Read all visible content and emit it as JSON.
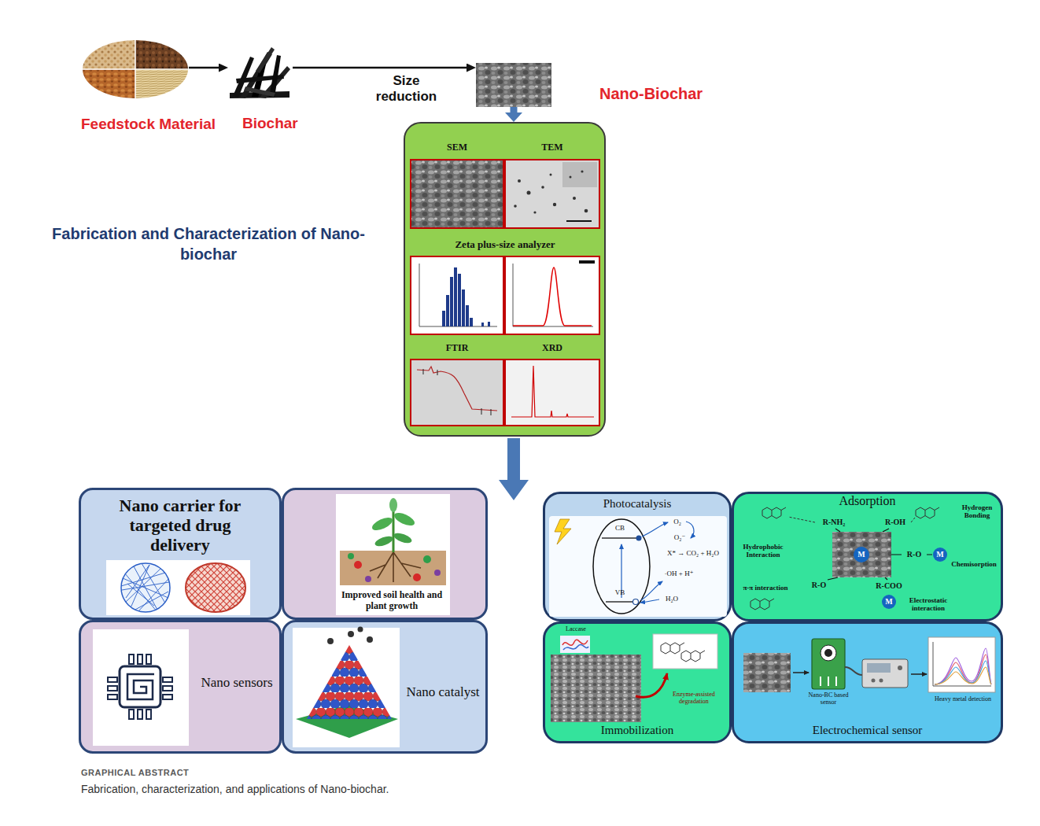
{
  "diagram": {
    "title": "Fabrication and Characterization of Nano-biochar",
    "caption": "Fabrication, characterization, and applications of Nano-biochar.",
    "nodes": [
      {
        "text": [
          "Feedstock Material"
        ]
      },
      {
        "text": [
          "Biochar"
        ]
      },
      {
        "text": [
          "Nano-Biochar"
        ]
      },
      {
        "text": []
      },
      {
        "text": [
          "SEM"
        ],
        "in": 3
      },
      {
        "text": [
          "TEM"
        ],
        "in": 3
      },
      {
        "text": [
          "Zeta plus-size analyzer"
        ],
        "in": 3
      },
      {
        "text": [
          "FTIR"
        ],
        "in": 3
      },
      {
        "text": [
          "XRD"
        ],
        "in": 3
      },
      {
        "text": [
          "Nano carrier for targeted drug delivery"
        ]
      },
      {
        "text": [
          "Improved soil health and plant growth"
        ]
      },
      {
        "text": [
          "Nano sensors"
        ]
      },
      {
        "text": [
          "Nano catalyst"
        ]
      },
      {
        "text": [
          "Photocatalysis"
        ]
      },
      {
        "text": [
          "Adsorption"
        ]
      },
      {
        "text": [
          "Immobilization"
        ]
      },
      {
        "text": [
          "Electrochemical sensor"
        ]
      }
    ],
    "edges": [
      {
        "from": 0,
        "to": 1,
        "arrow": "to"
      },
      {
        "from": 1,
        "to": 2,
        "label": "Size reduction",
        "arrow": "to"
      },
      {
        "from": 2,
        "to": 3,
        "arrow": "to"
      }
    ],
    "labels": [
      "CB",
      "VB",
      "O₂",
      "O₂⁻",
      "X* → CO₂ + H₂O",
      "·OH + H⁺",
      "H₂O",
      "R-NH₂",
      "R-OH",
      "Hydrogen Bonding",
      "Hydrophobic Interaction",
      "M",
      "R-O",
      "M",
      "Chemisorption",
      "π-π interaction",
      "R-O",
      "R-COO",
      "M",
      "Electrostatic interaction",
      "Laccase",
      "Enzyme-assisted degradation",
      "Nano-BC based sensor",
      "Heavy metal detection",
      "GRAPHICAL ABSTRACT"
    ]
  }
}
